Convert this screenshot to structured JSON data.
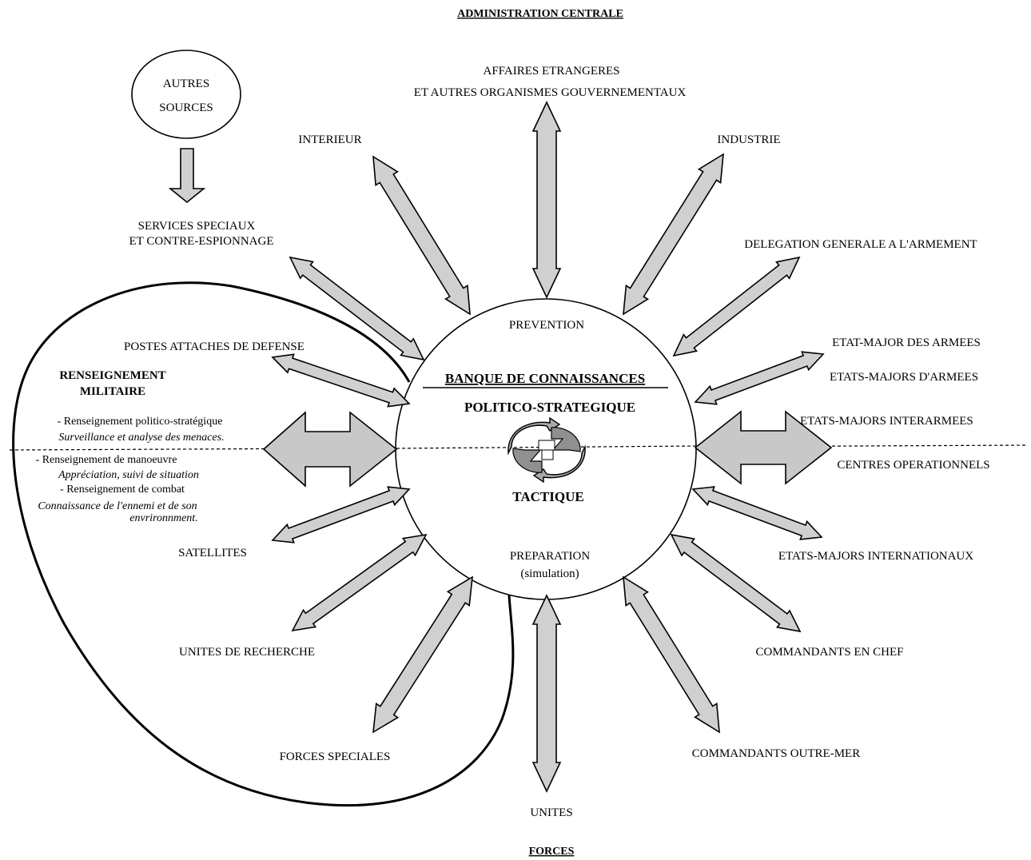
{
  "headings": {
    "top": "ADMINISTRATION CENTRALE",
    "bottom": "FORCES"
  },
  "autres_sources": {
    "line1": "AUTRES",
    "line2": "SOURCES"
  },
  "center": {
    "prevention": "PREVENTION",
    "banque": "BANQUE DE CONNAISSANCES",
    "politico": "POLITICO-STRATEGIQUE",
    "tactique": "TACTIQUE",
    "preparation": "PREPARATION",
    "simulation": "(simulation)"
  },
  "nodes": {
    "affaires_line1": "AFFAIRES ETRANGERES",
    "affaires_line2": "ET AUTRES ORGANISMES GOUVERNEMENTAUX",
    "interieur": "INTERIEUR",
    "industrie": "INDUSTRIE",
    "services_line1": "SERVICES SPECIAUX",
    "services_line2": "ET CONTRE-ESPIONNAGE",
    "delegation": "DELEGATION GENERALE A L'ARMEMENT",
    "postes": "POSTES ATTACHES DE DEFENSE",
    "etat_major_armees": "ETAT-MAJOR DES ARMEES",
    "etats_majors_armees": "ETATS-MAJORS D'ARMEES",
    "etats_majors_interarmees": "ETATS-MAJORS INTERARMEES",
    "centres_operationnels": "CENTRES OPERATIONNELS",
    "satellites": "SATELLITES",
    "etats_majors_internationaux": "ETATS-MAJORS INTERNATIONAUX",
    "unites_recherche": "UNITES DE RECHERCHE",
    "commandants_chef": "COMMANDANTS EN CHEF",
    "forces_speciales": "FORCES SPECIALES",
    "commandants_outre_mer": "COMMANDANTS OUTRE-MER",
    "unites": "UNITES"
  },
  "renseignement": {
    "title_line1": "RENSEIGNEMENT",
    "title_line2": "MILITAIRE",
    "item1": "- Renseignement politico-stratégique",
    "item1_desc": "Surveillance et analyse des menaces.",
    "item2": "- Renseignement de manoeuvre",
    "item2_desc": "Appréciation, suivi de situation",
    "item3": "- Renseignement de combat",
    "item3_desc_line1": "Connaissance de l'ennemi et de son",
    "item3_desc_line2": "envrironnment."
  }
}
